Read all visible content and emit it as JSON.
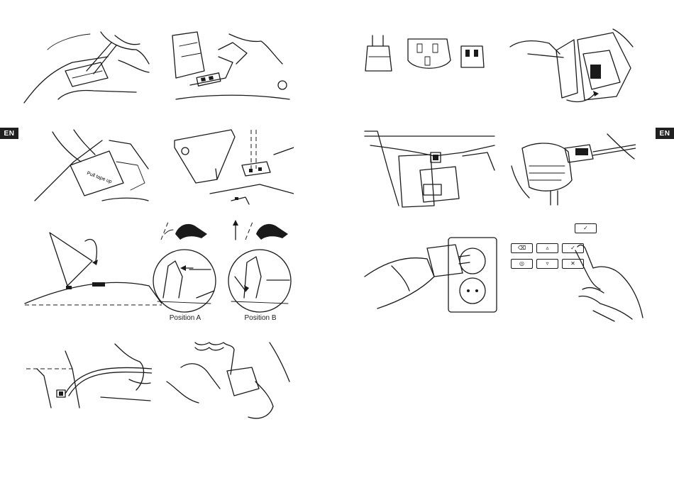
{
  "page": {
    "language_tab_left": "EN",
    "language_tab_right": "EN"
  },
  "stand_positions": {
    "position_a": "Position A",
    "position_b": "Position B"
  },
  "keypad": {
    "keys": [
      {
        "label": "✓",
        "icon": "check-icon"
      },
      {
        "label": "⌫",
        "icon": "backspace-icon"
      },
      {
        "label": "▵",
        "icon": "up-arrow-icon"
      },
      {
        "label": "✓",
        "icon": "check-icon"
      },
      {
        "label": "◎",
        "icon": "settings-icon"
      },
      {
        "label": "▿",
        "icon": "down-arrow-icon"
      },
      {
        "label": "✕",
        "icon": "mute-icon"
      }
    ]
  },
  "illustration_text": {
    "tape_label": "Pull tape up"
  }
}
